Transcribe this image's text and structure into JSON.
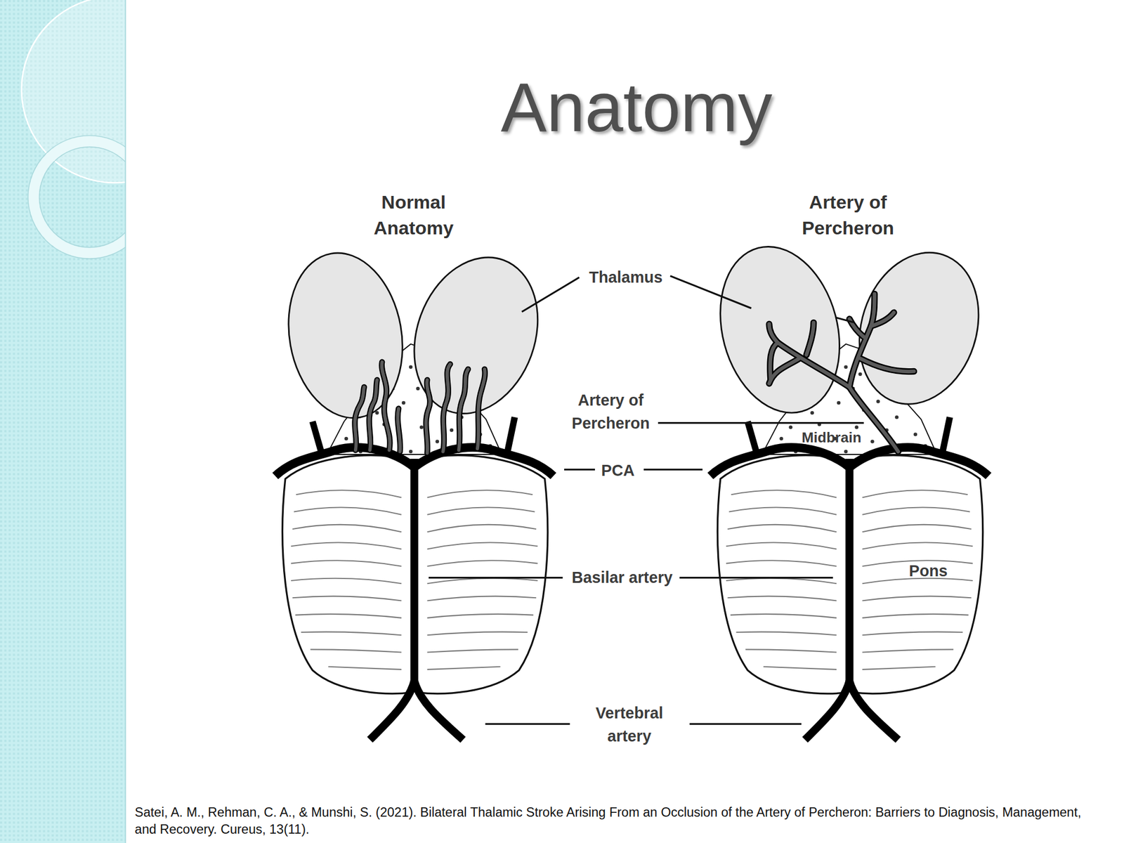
{
  "diagram": {
    "title": "Anatomy",
    "caption": "Satei, A. M., Rehman, C. A., & Munshi, S. (2021). Bilateral Thalamic Stroke Arising From an Occlusion of the Artery of Percheron: Barriers to Diagnosis, Management, and Recovery. Cureus, 13(11).",
    "labels": [
      "Normal Anatomy",
      "Artery of Percheron",
      "Thalamus",
      "Artery of Percheron",
      "PCA",
      "Basilar artery",
      "Vertebral artery",
      "Midbrain",
      "Pons"
    ]
  }
}
